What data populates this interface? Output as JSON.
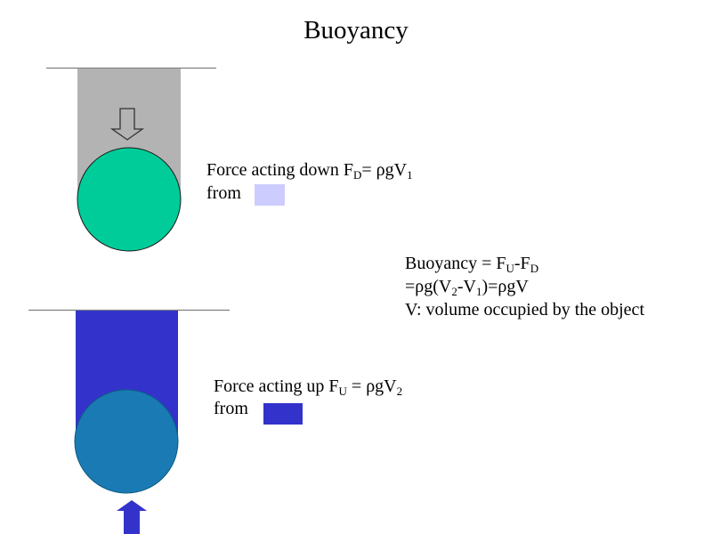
{
  "title": "Buoyancy",
  "colors": {
    "background": "#ffffff",
    "column_top": "#b3b3b3",
    "column_bottom": "#3333cc",
    "sphere_top": "#00cc99",
    "sphere_bottom": "#1a7ab3",
    "swatch_light": "#ccccff",
    "swatch_dark": "#3333cc",
    "arrow_up": "#3333cc",
    "line": "#808080"
  },
  "top_panel": {
    "force_line": {
      "prefix": "Force acting down F",
      "sub1": "D",
      "mid": "= ρgV",
      "sub2": "1"
    },
    "from_label": "from"
  },
  "bottom_panel": {
    "force_line": {
      "prefix": "Force acting up F",
      "sub1": "U",
      "mid": " = ρgV",
      "sub2": "2"
    },
    "from_label": "from"
  },
  "equations": {
    "line1": {
      "a": "Buoyancy = F",
      "s1": "U",
      "b": "-F",
      "s2": "D"
    },
    "line2": {
      "a": "=ρg(V",
      "s1": "2",
      "b": "-V",
      "s2": "1",
      "c": ")=ρgV"
    },
    "line3": "V: volume occupied by the object"
  },
  "icons": {
    "down_arrow": "arrow-down-outline-icon",
    "up_arrow": "arrow-up-filled-icon"
  }
}
